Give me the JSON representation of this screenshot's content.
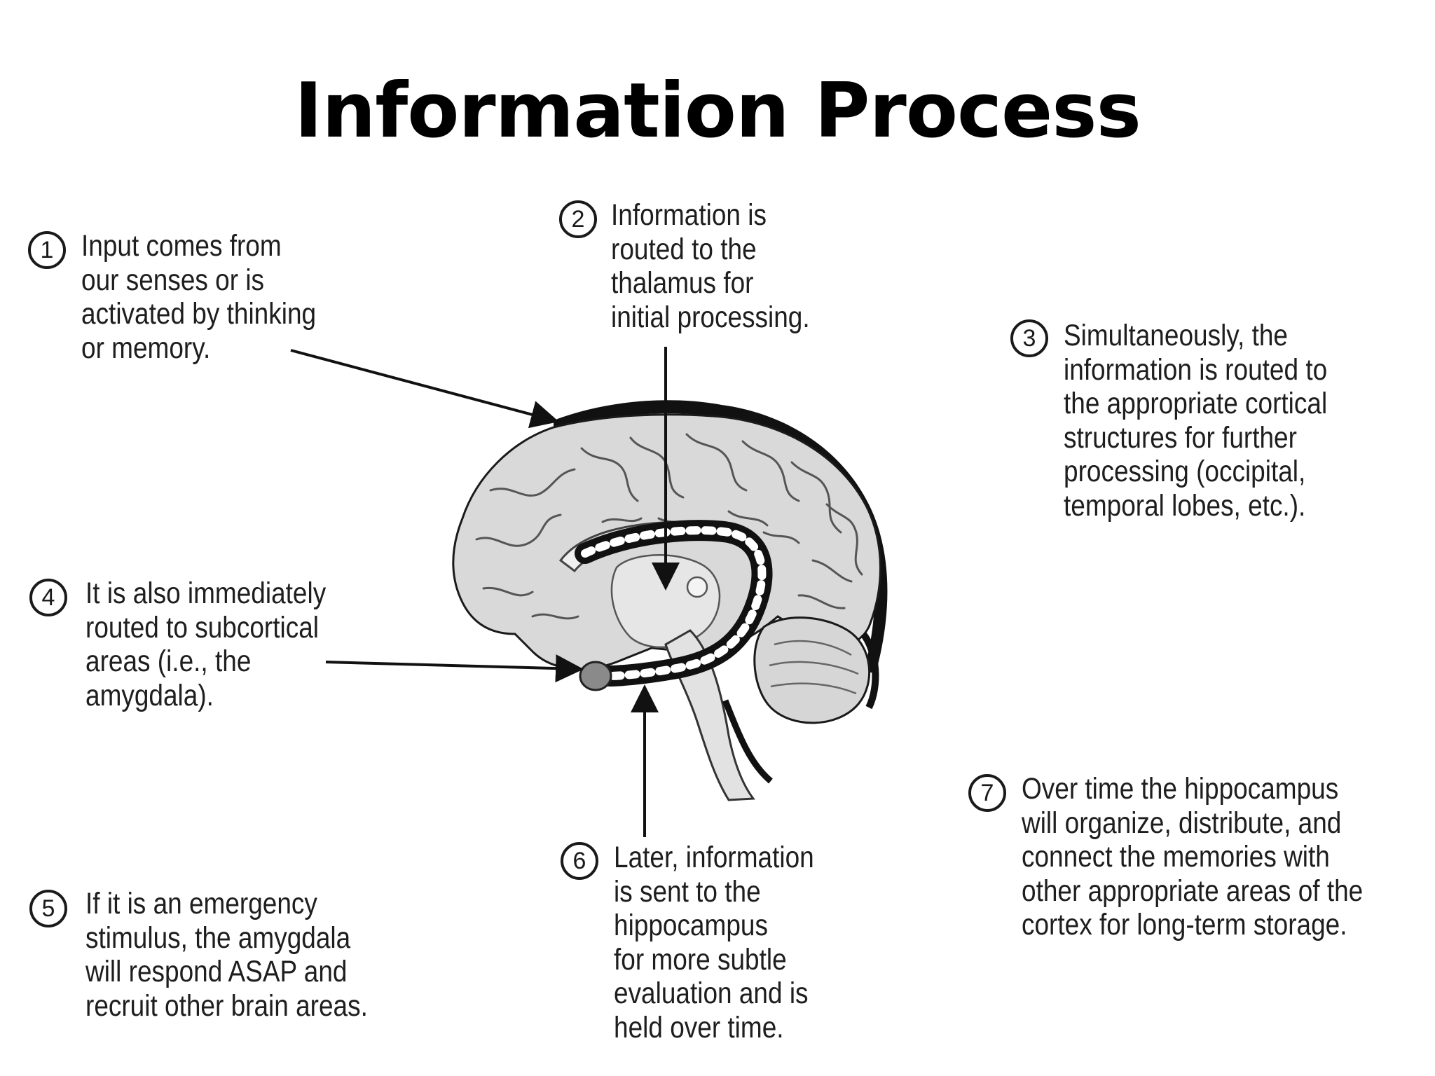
{
  "title": "Information Process",
  "steps": [
    {
      "number": "1",
      "text": "Input comes from\nour senses or is\nactivated by thinking\nor memory."
    },
    {
      "number": "2",
      "text": "Information is\nrouted to the\nthalamus for\ninitial processing."
    },
    {
      "number": "3",
      "text": "Simultaneously, the\ninformation is routed to\nthe appropriate cortical\nstructures for further\nprocessing (occipital,\ntemporal lobes, etc.)."
    },
    {
      "number": "4",
      "text": "It is also immediately\nrouted to subcortical\nareas (i.e., the\namygdala)."
    },
    {
      "number": "5",
      "text": "If it is an emergency\nstimulus, the amygdala\nwill respond ASAP and\nrecruit other brain areas."
    },
    {
      "number": "6",
      "text": "Later, information\nis sent to the\nhippocampus\nfor more subtle\nevaluation and is\nheld over time."
    },
    {
      "number": "7",
      "text": "Over time the hippocampus\nwill organize, distribute, and\nconnect the memories with\nother appropriate areas of the\ncortex for long-term storage."
    }
  ],
  "colors": {
    "brain_fill": "#d9d9d9",
    "outline": "#1a1a1a",
    "text": "#1e1e1e"
  },
  "illustration": "brain-sagittal-section"
}
